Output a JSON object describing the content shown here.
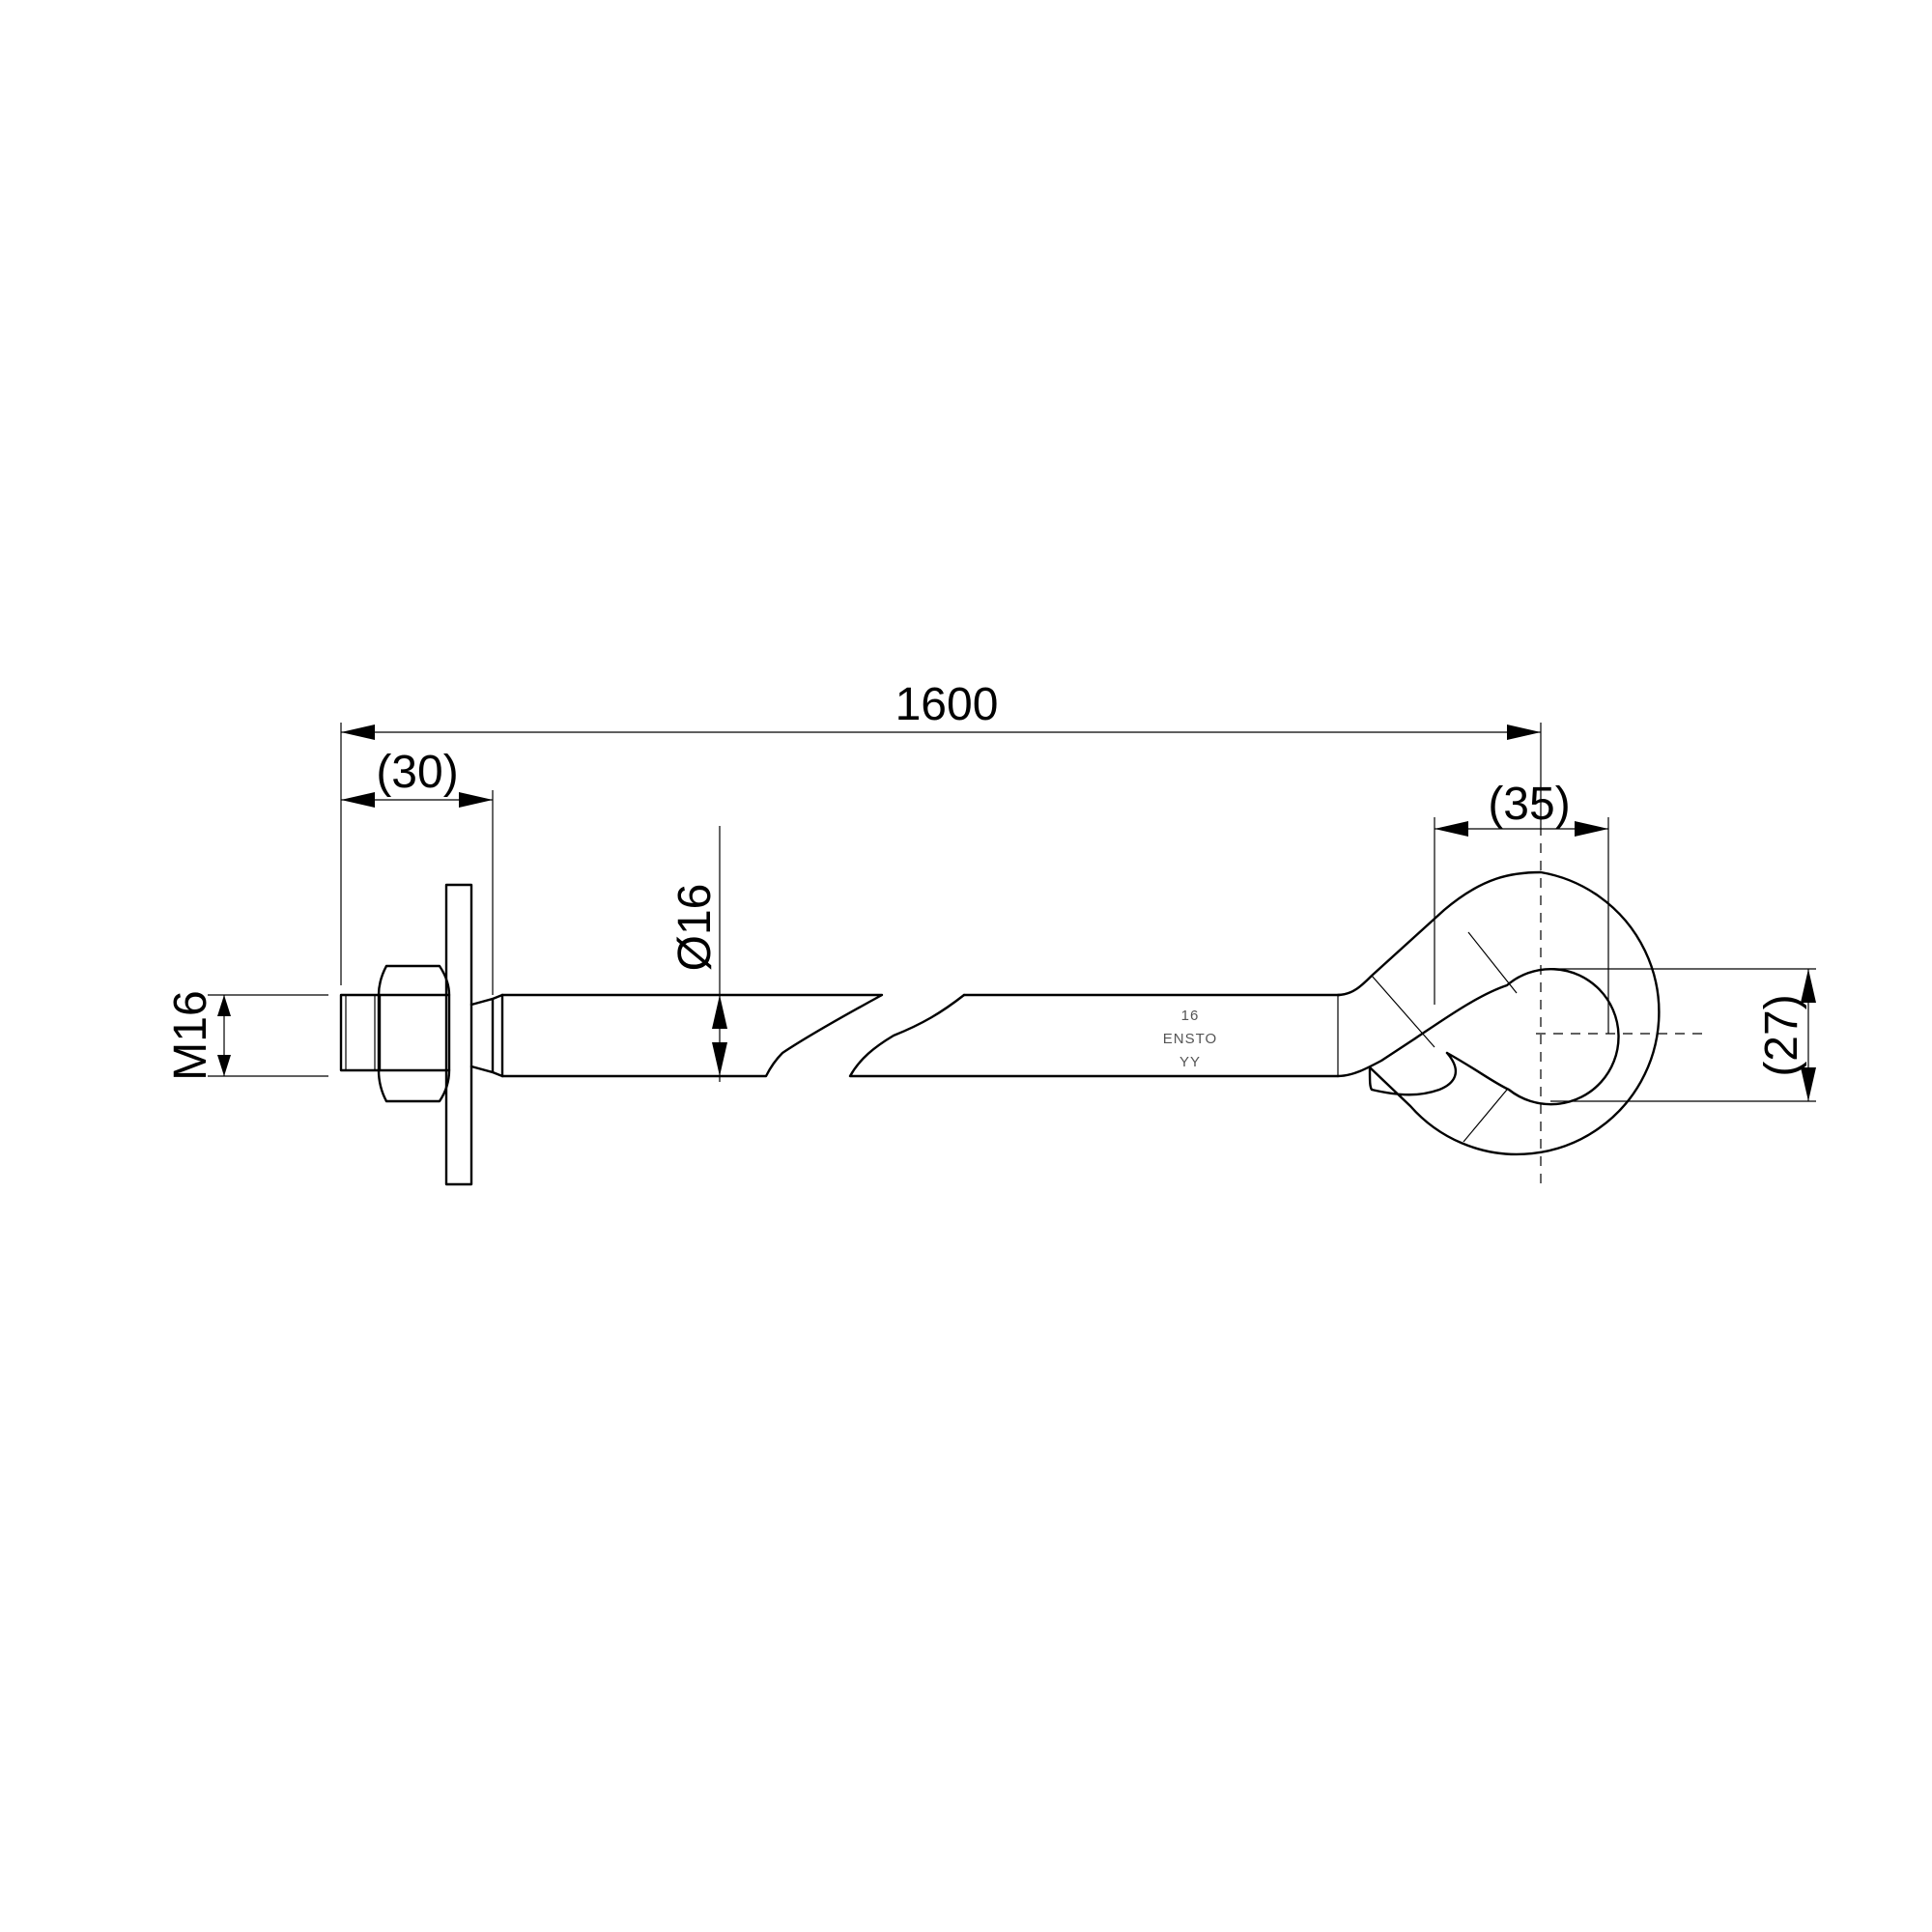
{
  "dimensions": {
    "overall_length": "1600",
    "thread_length": "(30)",
    "shank_diameter": "Ø16",
    "thread_size": "M16",
    "eye_width": "(35)",
    "eye_height": "(27)"
  },
  "marking": {
    "size": "16",
    "brand": "ENSTO",
    "code": "YY"
  }
}
